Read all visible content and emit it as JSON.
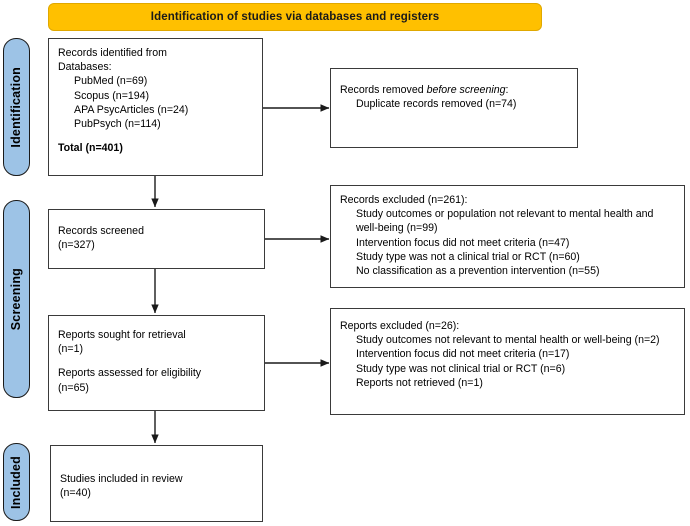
{
  "banner": {
    "title": "Identification of studies via databases and registers",
    "color": "#FFC000"
  },
  "phases": {
    "identification": "Identification",
    "screening": "Screening",
    "included": "Included",
    "color": "#9DC3E6"
  },
  "boxes": {
    "identified": {
      "l1": "Records identified from",
      "l2": "Databases:",
      "l3": "PubMed (n=69)",
      "l4": "Scopus (n=194)",
      "l5": "APA PsycArticles (n=24)",
      "l6": "PubPsych (n=114)",
      "l7": "Total (n=401)"
    },
    "removed": {
      "l1a": "Records removed ",
      "l1b": "before screening",
      "l1c": ":",
      "l2": "Duplicate records removed (n=74)"
    },
    "screened": {
      "l1": "Records screened",
      "l2": "(n=327)"
    },
    "records_excluded": {
      "l1": "Records excluded (n=261):",
      "l2": "Study outcomes or population not relevant to mental health and well-being (n=99)",
      "l3": "Intervention focus did not meet criteria (n=47)",
      "l4": "Study type was not a clinical trial or RCT (n=60)",
      "l5": "No classification as a prevention intervention (n=55)"
    },
    "sought": {
      "l1": "Reports sought for retrieval",
      "l2": "(n=1)",
      "l3": "Reports assessed for eligibility",
      "l4": "(n=65)"
    },
    "reports_excluded": {
      "l1": "Reports excluded (n=26):",
      "l2": "Study outcomes not relevant to mental health or well-being (n=2)",
      "l3": "Intervention focus did not meet criteria (n=17)",
      "l4": "Study type was not clinical trial or RCT (n=6)",
      "l5": "Reports not retrieved (n=1)"
    },
    "included": {
      "l1": "Studies included in review",
      "l2": "(n=40)"
    }
  },
  "connectors": {
    "stroke": "#1a1a1a"
  }
}
